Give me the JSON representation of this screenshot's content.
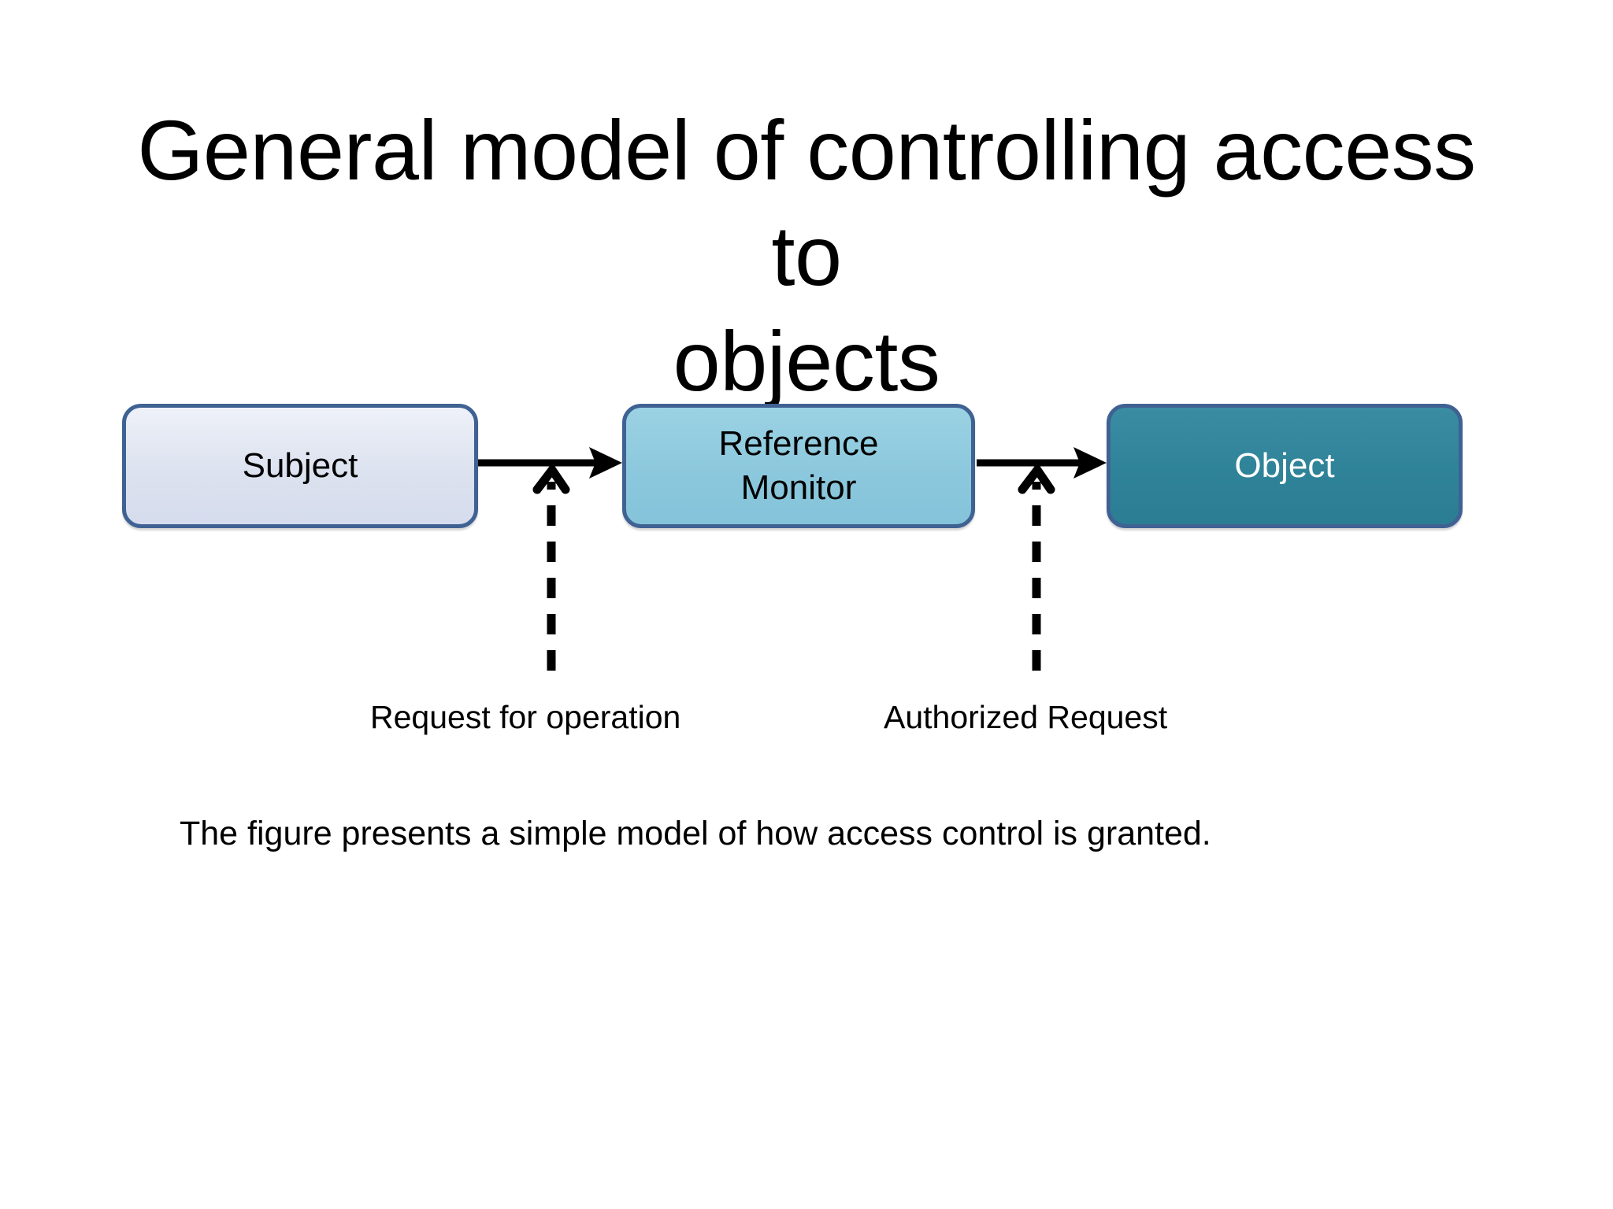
{
  "slide": {
    "title": "General model of controlling access to\nobjects",
    "background_color": "#ffffff",
    "caption": "The figure presents a simple model of how access control is granted."
  },
  "diagram": {
    "type": "flow-diagram",
    "nodes": [
      {
        "id": "subject",
        "label": "Subject",
        "fill_color": "#dce2ef",
        "border_color": "#3f6293",
        "text_color": "#000000"
      },
      {
        "id": "reference-monitor",
        "label": "Reference\nMonitor",
        "fill_color": "#8cc8dd",
        "border_color": "#3f6293",
        "text_color": "#000000"
      },
      {
        "id": "object",
        "label": "Object",
        "fill_color": "#2f8399",
        "border_color": "#3f6293",
        "text_color": "#ffffff"
      }
    ],
    "connectors": [
      {
        "id": "subject-to-reference-monitor",
        "from": "subject",
        "to": "reference-monitor",
        "style": "solid",
        "arrowhead": "filled",
        "color": "#000000"
      },
      {
        "id": "reference-monitor-to-object",
        "from": "reference-monitor",
        "to": "object",
        "style": "solid",
        "arrowhead": "filled",
        "color": "#000000"
      },
      {
        "id": "request-for-operation-callout",
        "style": "dashed",
        "arrowhead": "open",
        "direction": "up",
        "color": "#000000",
        "label": "Request for operation"
      },
      {
        "id": "authorized-request-callout",
        "style": "dashed",
        "arrowhead": "open",
        "direction": "up",
        "color": "#000000",
        "label": "Authorized Request"
      }
    ],
    "labels": {
      "request_for_operation": "Request for operation",
      "authorized_request": "Authorized Request"
    }
  }
}
